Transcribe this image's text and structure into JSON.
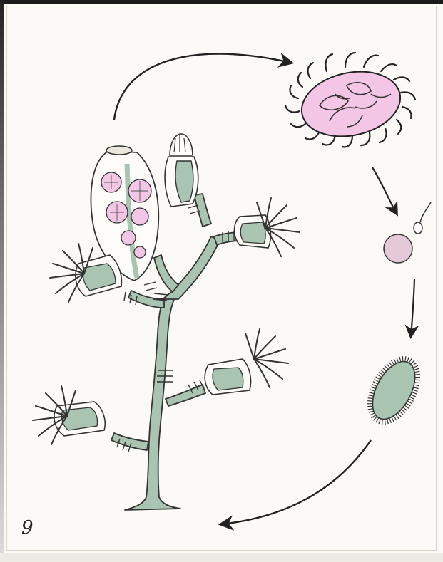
{
  "figure": {
    "number": "9"
  },
  "colors": {
    "stem": "#a9c4b0",
    "medusa": "#f2c6e4",
    "egg": "#e6c9d8",
    "planula": "#a9c4b0",
    "ink": "#222222"
  },
  "icons": [
    "colony-polyp",
    "gonotheca",
    "medusa",
    "egg",
    "sperm",
    "planula",
    "cycle-arrow"
  ]
}
